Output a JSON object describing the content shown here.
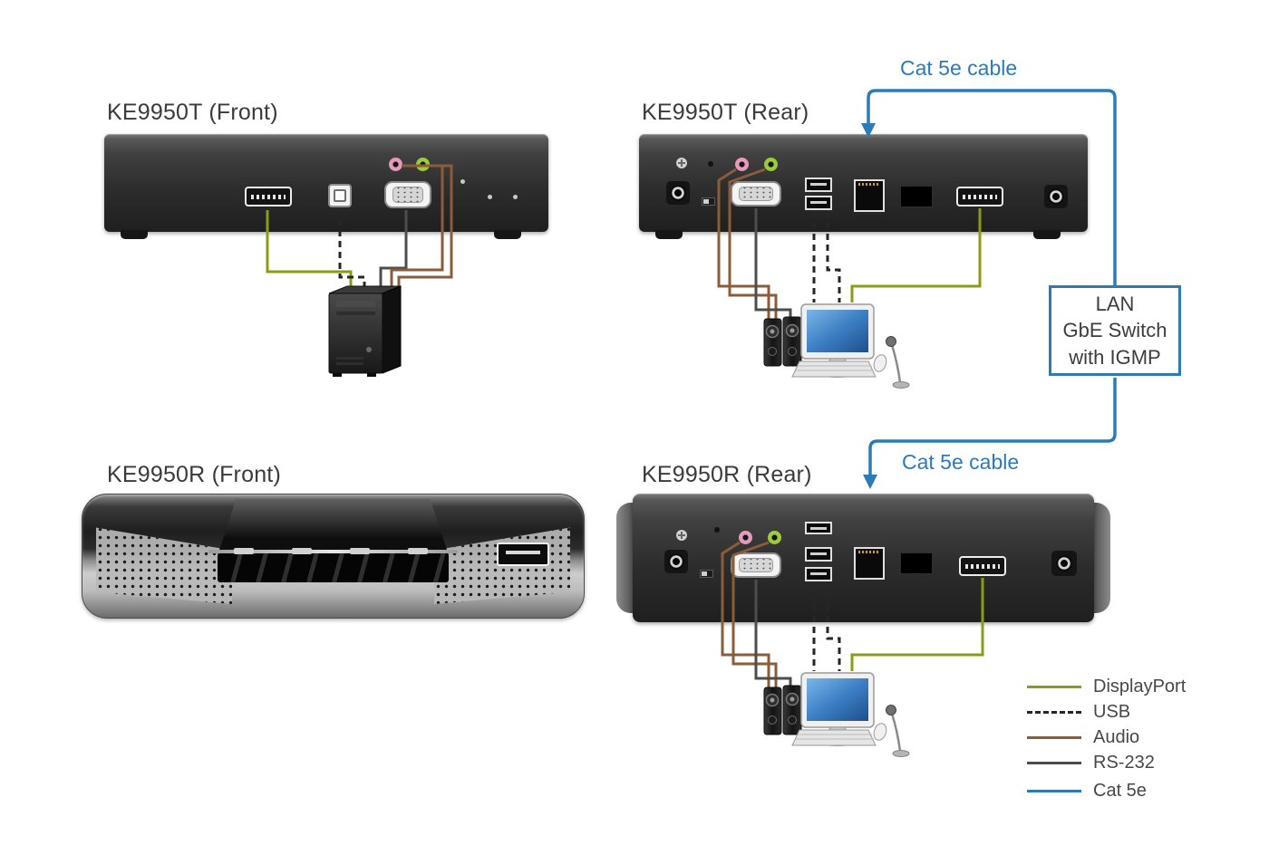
{
  "colors": {
    "displayport": "#8c9c10",
    "usb": "#262626",
    "audio": "#8a5c39",
    "rs232": "#4d4d4d",
    "cat5e": "#2b7bb9",
    "title-text": "#3a3a3a",
    "legend-text": "#474747"
  },
  "titles": {
    "t_front": "KE9950T (Front)",
    "t_rear": "KE9950T (Rear)",
    "r_front": "KE9950R (Front)",
    "r_rear": "KE9950R (Rear)"
  },
  "cables": {
    "cat5e_label_top": "Cat 5e cable",
    "cat5e_label_bottom": "Cat 5e cable"
  },
  "lan_switch": {
    "line1": "LAN",
    "line2": "GbE Switch",
    "line3": "with IGMP"
  },
  "legend": {
    "items": [
      {
        "id": "displayport",
        "label": "DisplayPort"
      },
      {
        "id": "usb",
        "label": "USB"
      },
      {
        "id": "audio",
        "label": "Audio"
      },
      {
        "id": "rs232",
        "label": "RS-232"
      },
      {
        "id": "cat5e",
        "label": "Cat 5e"
      }
    ]
  }
}
